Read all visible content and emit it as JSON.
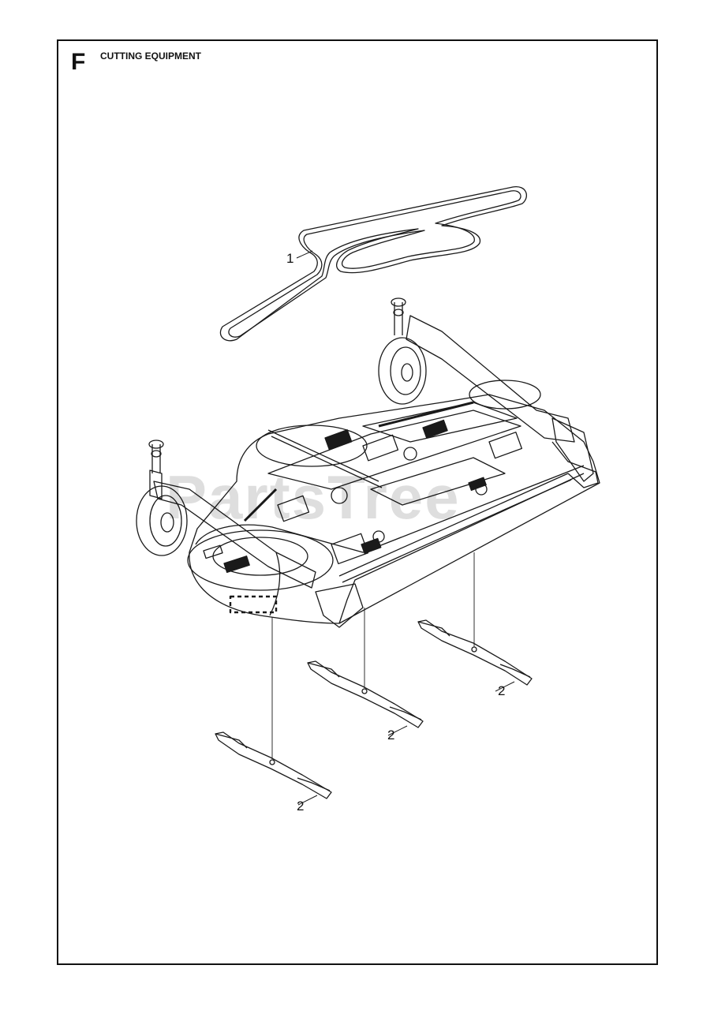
{
  "section": {
    "letter": "F",
    "title": "CUTTING EQUIPMENT"
  },
  "watermark": "PartsTree",
  "callouts": [
    {
      "id": "belt",
      "label": "1"
    },
    {
      "id": "blade-right",
      "label": "2"
    },
    {
      "id": "blade-middle",
      "label": "2"
    },
    {
      "id": "blade-left",
      "label": "2"
    }
  ]
}
